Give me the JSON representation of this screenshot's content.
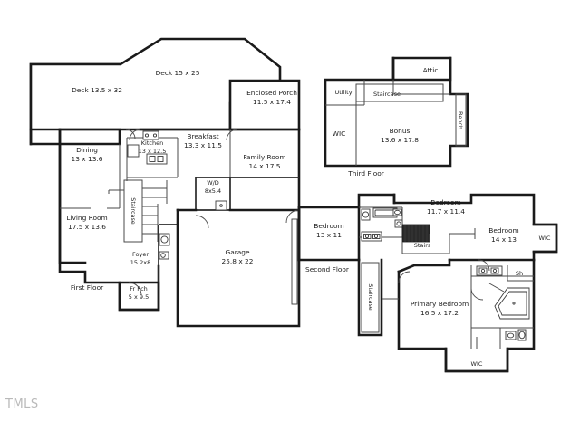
{
  "document": {
    "type": "architectural-floor-plan",
    "watermark": "TMLS",
    "background_color": "#ffffff",
    "wall_color": "#1a1a1a",
    "text_color": "#1c1c1c",
    "watermark_color": "#b9b9b9"
  },
  "floors": [
    {
      "id": "first",
      "label": "First Floor"
    },
    {
      "id": "second",
      "label": "Second Floor"
    },
    {
      "id": "third",
      "label": "Third Floor"
    }
  ],
  "rooms": {
    "deck_large": {
      "name": "Deck",
      "dimensions": "13.5 x 32",
      "line1": "Deck 13.5 x 32"
    },
    "deck_upper": {
      "name": "Deck",
      "dimensions": "15 x 25",
      "line1": "Deck 15 x 25"
    },
    "enclosed_porch": {
      "name": "Enclosed Porch",
      "dimensions": "11.5 x 17.4"
    },
    "dining": {
      "name": "Dining",
      "dimensions": "13 x 13.6"
    },
    "kitchen": {
      "name": "Kitchen",
      "dimensions": "13 x 12.5"
    },
    "breakfast": {
      "name": "Breakfast",
      "dimensions": "13.3 x 11.5"
    },
    "family_room": {
      "name": "Family Room",
      "dimensions": "14 x 17.5"
    },
    "living_room": {
      "name": "Living Room",
      "dimensions": "17.5 x 13.6"
    },
    "foyer": {
      "name": "Foyer",
      "dimensions": "15.2x8"
    },
    "front_porch": {
      "name": "Fr Pch",
      "dimensions": "5 x 9.5"
    },
    "garage": {
      "name": "Garage",
      "dimensions": "25.8 x 22"
    },
    "laundry": {
      "name": "W/D",
      "dimensions": "8x5.4"
    },
    "staircase_first": {
      "name": "Staircase",
      "dimensions": ""
    },
    "bonus": {
      "name": "Bonus",
      "dimensions": "13.6 x 17.8"
    },
    "attic": {
      "name": "Attic",
      "dimensions": ""
    },
    "utility": {
      "name": "Utility",
      "dimensions": ""
    },
    "staircase_third": {
      "name": "Staircase",
      "dimensions": ""
    },
    "wic_third": {
      "name": "WIC",
      "dimensions": ""
    },
    "bench": {
      "name": "Bench",
      "dimensions": ""
    },
    "bedroom_2": {
      "name": "Bedroom",
      "dimensions": "13 x 11"
    },
    "bedroom_3": {
      "name": "Bedroom",
      "dimensions": "11.7 x 11.4"
    },
    "bedroom_4": {
      "name": "Bedroom",
      "dimensions": "14 x 13"
    },
    "wic_bedroom4": {
      "name": "WIC",
      "dimensions": ""
    },
    "stairs_second": {
      "name": "Stairs",
      "dimensions": ""
    },
    "staircase_second": {
      "name": "Staircase",
      "dimensions": ""
    },
    "primary_bedroom": {
      "name": "Primary Bedroom",
      "dimensions": "16.5 x 17.2"
    },
    "wic_primary": {
      "name": "WIC",
      "dimensions": ""
    },
    "shower": {
      "name": "Sh",
      "dimensions": ""
    }
  }
}
